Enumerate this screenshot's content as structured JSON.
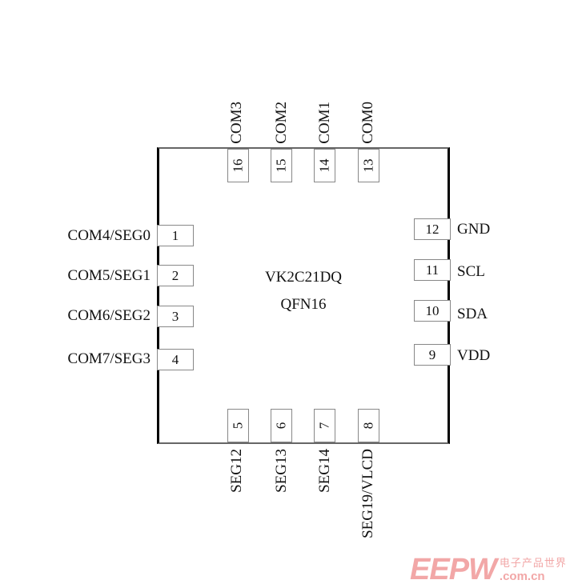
{
  "chip": {
    "name": "VK2C21DQ",
    "package": "QFN16"
  },
  "pins": {
    "left": [
      {
        "num": "1",
        "label": "COM4/SEG0"
      },
      {
        "num": "2",
        "label": "COM5/SEG1"
      },
      {
        "num": "3",
        "label": "COM6/SEG2"
      },
      {
        "num": "4",
        "label": "COM7/SEG3"
      }
    ],
    "bottom": [
      {
        "num": "5",
        "label": "SEG12"
      },
      {
        "num": "6",
        "label": "SEG13"
      },
      {
        "num": "7",
        "label": "SEG14"
      },
      {
        "num": "8",
        "label": "SEG19/VLCD"
      }
    ],
    "right": [
      {
        "num": "9",
        "label": "VDD"
      },
      {
        "num": "10",
        "label": "SDA"
      },
      {
        "num": "11",
        "label": "SCL"
      },
      {
        "num": "12",
        "label": "GND"
      }
    ],
    "top": [
      {
        "num": "13",
        "label": "COM0"
      },
      {
        "num": "14",
        "label": "COM1"
      },
      {
        "num": "15",
        "label": "COM2"
      },
      {
        "num": "16",
        "label": "COM3"
      }
    ]
  },
  "watermark": {
    "logo": "EEPW",
    "tagline": "电子产品世界",
    "url": ".com.cn"
  }
}
